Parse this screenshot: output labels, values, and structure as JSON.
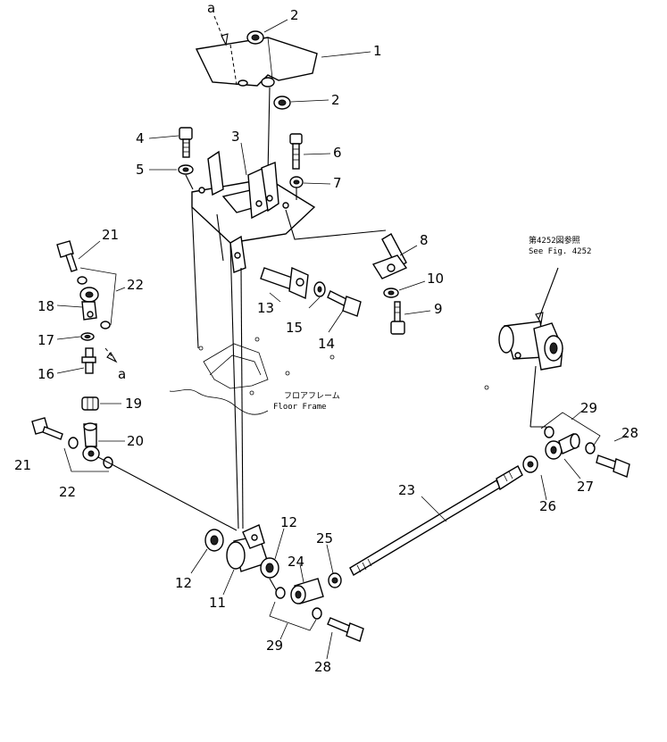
{
  "reference_note": {
    "jp": "第4252図参照",
    "en": "See Fig. 4252"
  },
  "floor_frame": {
    "jp": "フロアフレーム",
    "en": "Floor Frame"
  },
  "view_marker": "a",
  "part_numbers": {
    "p1": "1",
    "p2a": "2",
    "p2b": "2",
    "p3": "3",
    "p4": "4",
    "p5": "5",
    "p6": "6",
    "p7": "7",
    "p8": "8",
    "p9": "9",
    "p10": "10",
    "p11": "11",
    "p12a": "12",
    "p12b": "12",
    "p13": "13",
    "p14": "14",
    "p15": "15",
    "p16": "16",
    "p17": "17",
    "p18": "18",
    "p19": "19",
    "p20": "20",
    "p21a": "21",
    "p21b": "21",
    "p22a": "22",
    "p22b": "22",
    "p23": "23",
    "p24": "24",
    "p25": "25",
    "p26": "26",
    "p27": "27",
    "p28a": "28",
    "p28b": "28",
    "p29a": "29",
    "p29b": "29"
  }
}
